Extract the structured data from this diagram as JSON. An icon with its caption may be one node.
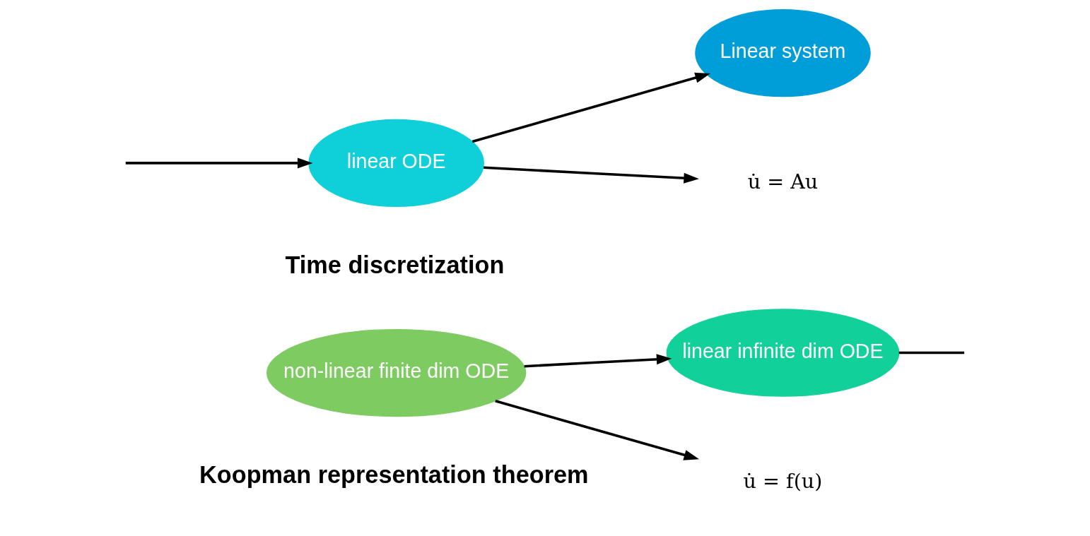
{
  "diagram": {
    "nodes": [
      {
        "text": [
          "linear ODE"
        ]
      },
      {
        "text": [
          "Linear system"
        ]
      },
      {
        "text": [
          "non-linear finite dim ODE"
        ]
      },
      {
        "text": [
          "linear infinite dim ODE"
        ]
      },
      {
        "text": [
          "u̇ = Au"
        ]
      },
      {
        "text": [
          "u̇ = f(u)"
        ]
      }
    ],
    "edges": [
      {
        "from": 0,
        "to": 1,
        "arrow": "to"
      },
      {
        "from": null,
        "to": 0,
        "arrow": "to"
      },
      {
        "from": 2,
        "to": 3,
        "arrow": "to"
      },
      {
        "from": 3,
        "to": null,
        "arrow": "none"
      },
      {
        "from": 0,
        "to": 4,
        "arrow": "to"
      },
      {
        "from": 2,
        "to": 5,
        "arrow": "to"
      }
    ],
    "labels": [
      "Time discretization",
      "Koopman representation theorem"
    ]
  }
}
